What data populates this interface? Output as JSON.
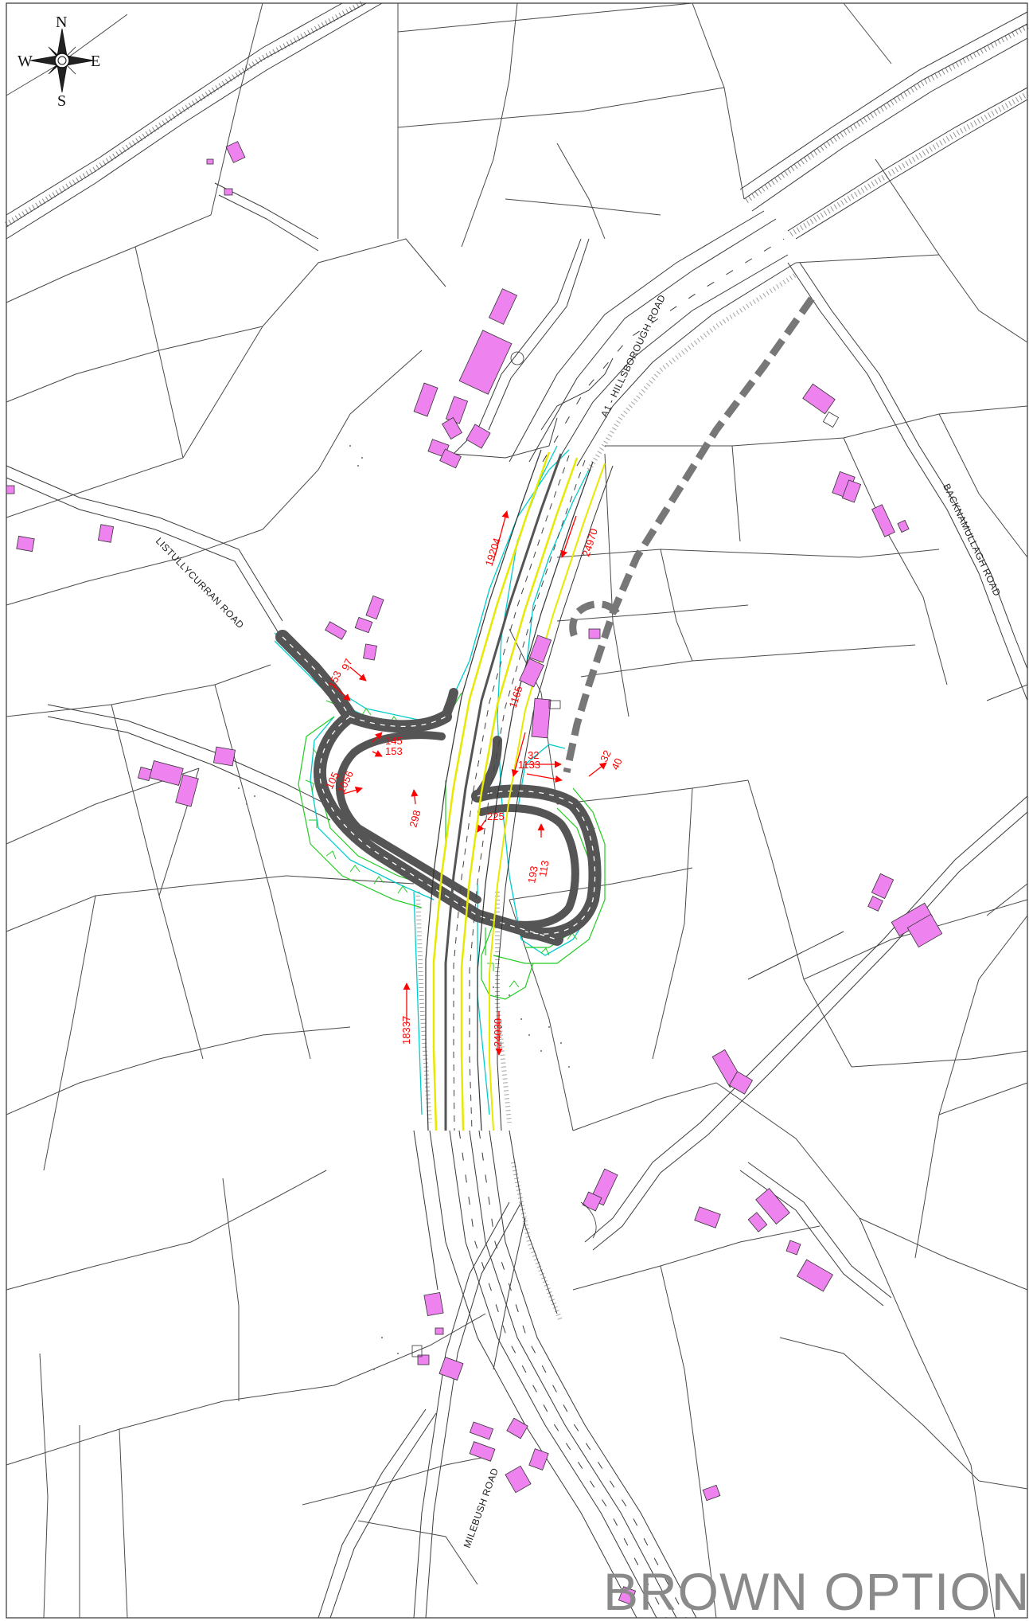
{
  "title": "BROWN OPTION",
  "compass": {
    "n": "N",
    "s": "S",
    "e": "E",
    "w": "W"
  },
  "roads": {
    "a1": "A1 - HILLSBOROUGH ROAD",
    "backnamullagh": "BACKNAMULLAGH ROAD",
    "listullycurran": "LISTULLYCURRAN ROAD",
    "milebush": "MILEBUSH ROAD"
  },
  "traffic_flows": [
    "19204",
    "24970",
    "1165",
    "97",
    "153",
    "145",
    "153",
    "105",
    "1056",
    "298",
    "225",
    "32",
    "1133",
    "32",
    "40",
    "193",
    "113",
    "18337",
    "24030"
  ],
  "colors": {
    "building": "#ee82ee",
    "road_surface": "#555555",
    "carriageway_edge": "#e8e800",
    "embankment": "#22cc22",
    "boundary": "#00cccc",
    "flow_arrow": "#ff0000",
    "proposed_link": "#777777"
  }
}
